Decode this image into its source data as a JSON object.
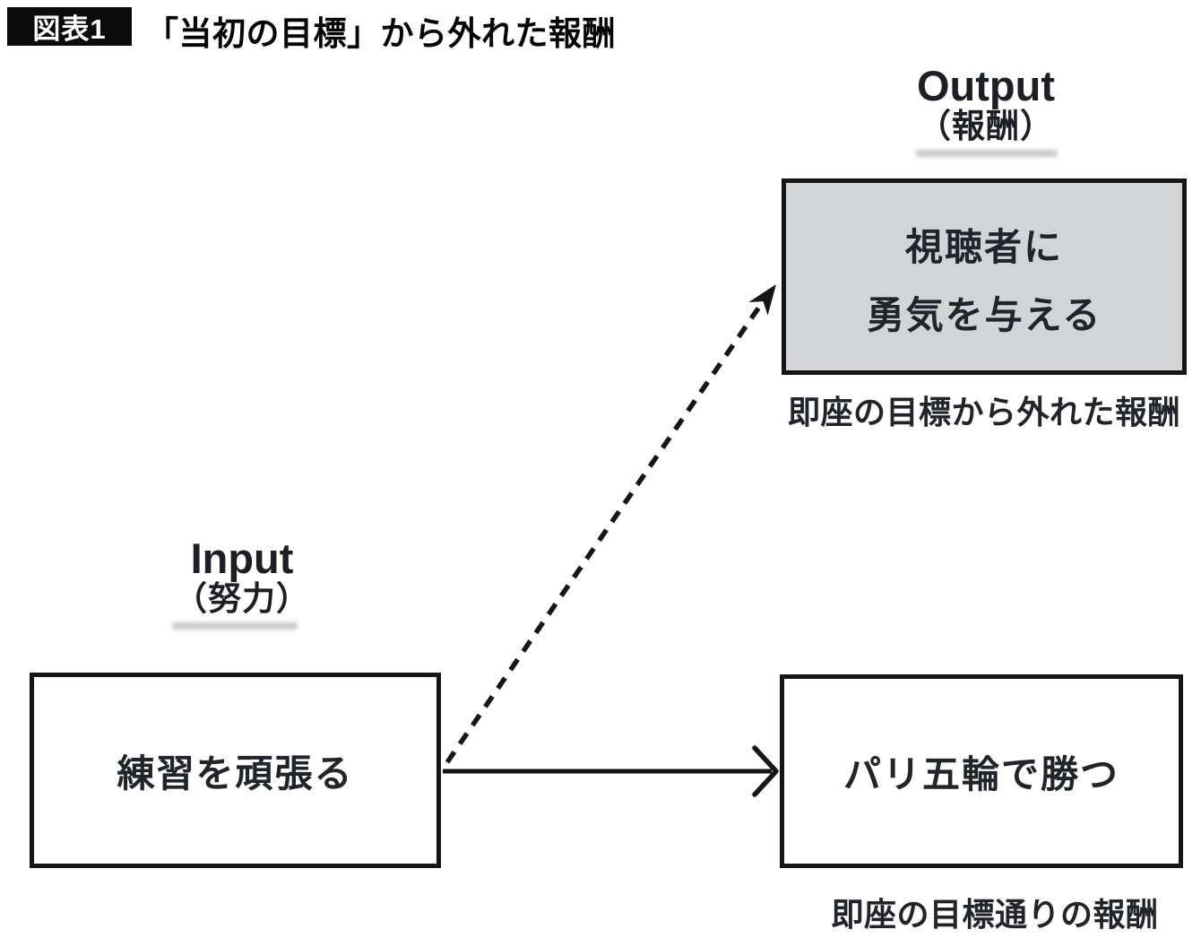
{
  "header": {
    "badge": "図表1",
    "title": "「当初の目標」から外れた報酬"
  },
  "labels": {
    "output": {
      "en": "Output",
      "ja": "（報酬）"
    },
    "input": {
      "en": "Input",
      "ja": "（努力）"
    }
  },
  "nodes": {
    "off_target_reward": {
      "line1": "視聴者に",
      "line2": "勇気を与える",
      "caption": "即座の目標から外れた報酬"
    },
    "effort": {
      "text": "練習を頑張る"
    },
    "on_target_reward": {
      "text": "パリ五輪で勝つ",
      "caption": "即座の目標通りの報酬"
    }
  },
  "edges": [
    {
      "from": "effort",
      "to": "on_target_reward",
      "style": "solid"
    },
    {
      "from": "effort",
      "to": "off_target_reward",
      "style": "dashed"
    }
  ],
  "colors": {
    "ink": "#22232b",
    "border": "#161616",
    "gray_fill": "#d3d4d5",
    "badge_bg": "#0b0b0b",
    "badge_text": "#ffffff",
    "background": "#ffffff"
  }
}
